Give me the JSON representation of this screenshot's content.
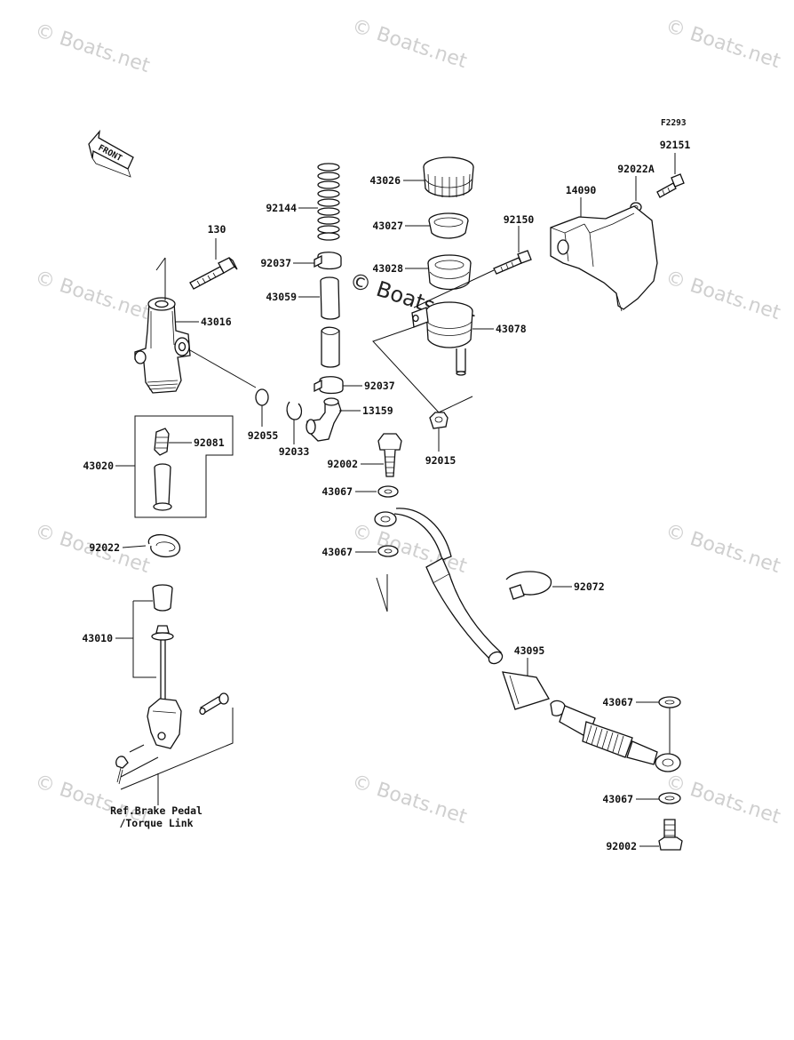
{
  "figure_code": "F2293",
  "front_label": "FRONT",
  "watermark": "© Boats.net",
  "watermark_center": "© Boats.net",
  "labels": {
    "p92151": "92151",
    "p92022A": "92022A",
    "p14090": "14090",
    "p43026": "43026",
    "p92144": "92144",
    "p43027": "43027",
    "p92150": "92150",
    "p130": "130",
    "p92037_top": "92037",
    "p43028": "43028",
    "p43059": "43059",
    "p43016": "43016",
    "p43078": "43078",
    "p92037_bottom": "92037",
    "p13159": "13159",
    "p92055": "92055",
    "p92033": "92033",
    "p92081": "92081",
    "p92002_top": "92002",
    "p92015": "92015",
    "p43020": "43020",
    "p43067_a": "43067",
    "p92022": "92022",
    "p43067_b": "43067",
    "p92072": "92072",
    "p43010": "43010",
    "p43095": "43095",
    "p43067_c": "43067",
    "p43067_d": "43067",
    "p92002_bottom": "92002",
    "ref_line1": "Ref.Brake Pedal",
    "ref_line2": "/Torque Link"
  }
}
